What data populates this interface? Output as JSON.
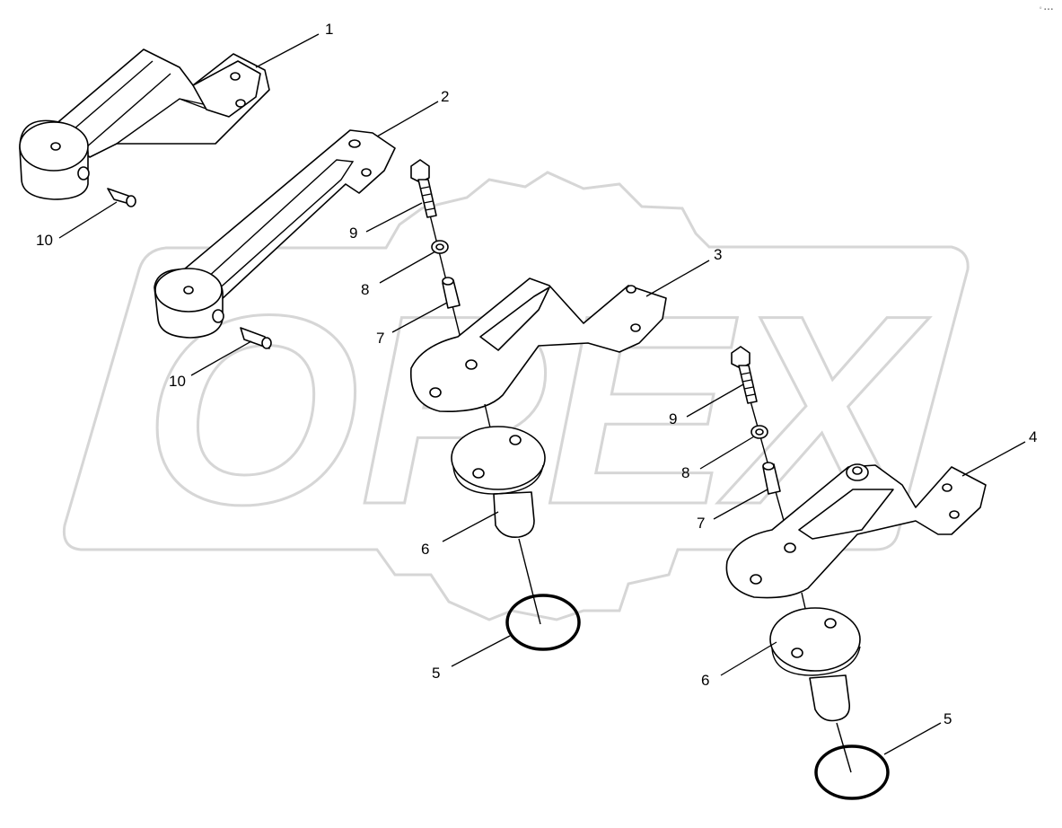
{
  "watermark": {
    "text": "OPEX",
    "color": "#d6d6d6"
  },
  "corner_mark": "⁰ ∙∙∙",
  "callouts": [
    "1",
    "2",
    "3",
    "4",
    "5",
    "5",
    "6",
    "6",
    "7",
    "7",
    "8",
    "8",
    "9",
    "9",
    "10",
    "10"
  ]
}
